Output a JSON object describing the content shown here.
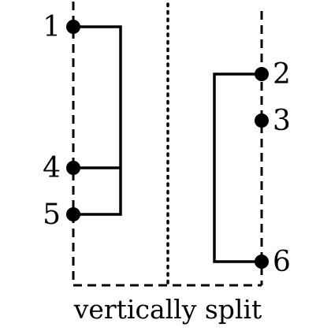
{
  "caption": "vertically split",
  "colors": {
    "ink": "#000000",
    "background": "#ffffff"
  },
  "nodes": [
    {
      "id": "n1",
      "label": "1",
      "side": "left"
    },
    {
      "id": "n4",
      "label": "4",
      "side": "left"
    },
    {
      "id": "n5",
      "label": "5",
      "side": "left"
    },
    {
      "id": "n2",
      "label": "2",
      "side": "right"
    },
    {
      "id": "n3",
      "label": "3",
      "side": "right"
    },
    {
      "id": "n6",
      "label": "6",
      "side": "right"
    }
  ],
  "links": [
    {
      "from": "n1",
      "to": "n4"
    },
    {
      "from": "n1",
      "to": "n5"
    },
    {
      "from": "n2",
      "to": "n6"
    }
  ]
}
